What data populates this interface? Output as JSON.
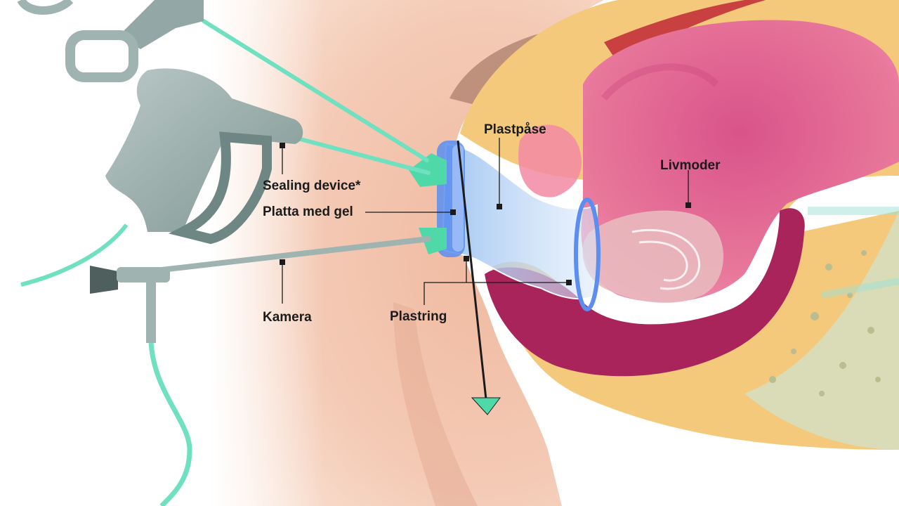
{
  "labels": {
    "plastpase": "Plastpåse",
    "livmoder": "Livmoder",
    "sealing_device": "Sealing device*",
    "platta_med_gel": "Platta med gel",
    "kamera": "Kamera",
    "plastring": "Plastring"
  },
  "colors": {
    "skin": "#f2c2ab",
    "skin_shadow": "#d89b82",
    "fat": "#f4c97b",
    "uterus": "#e8779a",
    "rectum": "#a8245a",
    "bone": "#d9dcb6",
    "instrument": "#9fb3b1",
    "cable": "#6fe0c0",
    "ring_blue": "#5b8ef0",
    "bag": "#bcd8f5",
    "leader": "#1b1b1b"
  }
}
